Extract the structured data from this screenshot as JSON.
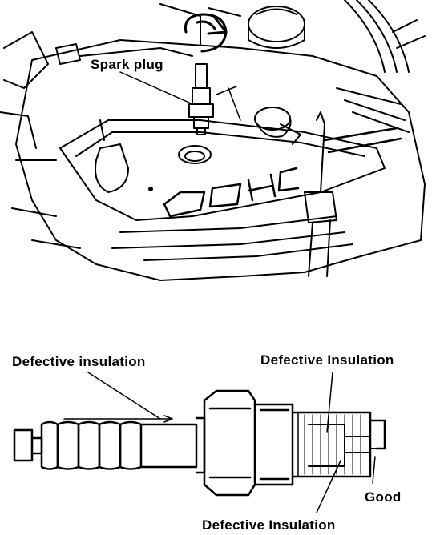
{
  "labels": {
    "spark_plug": "Spark plug",
    "defective_left": "Defective insulation",
    "defective_right_top": "Defective Insulation",
    "defective_bottom": "Defective Insulation",
    "good": "Good"
  },
  "engine_casting_text": "DOHC",
  "colors": {
    "ink": "#000000",
    "paper": "#ffffff"
  },
  "icons": {
    "rotation": "rotate-arrow-icon"
  }
}
